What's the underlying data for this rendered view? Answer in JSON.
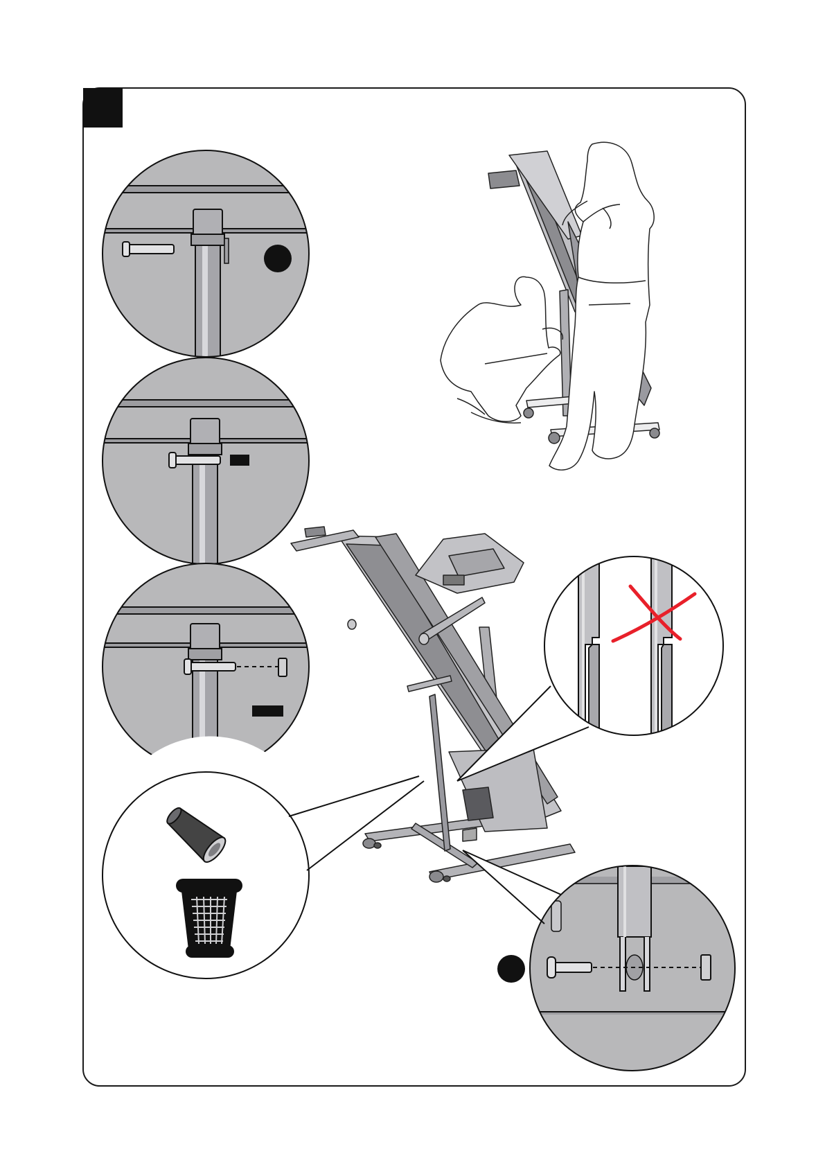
{
  "document": {
    "kind": "assembly-instruction-page",
    "step_marker": "black-square",
    "colors": {
      "frame_stroke": "#1a1a1a",
      "part_grey": "#b8b8ba",
      "dark_grey": "#8a8a8e",
      "belt_grey": "#9a9a9e",
      "wrong_mark": "#e8202a",
      "black": "#111111"
    },
    "icons": [
      "step-number-box",
      "detail-circle-pin-removed",
      "detail-circle-pin-inserted",
      "detail-circle-pin-secured",
      "detail-circle-parts",
      "detail-circle-incorrect",
      "detail-circle-bottom-bolt",
      "people-folding-treadmill",
      "folded-treadmill",
      "red-x-icon",
      "end-cap-icon",
      "foot-cap-icon"
    ]
  }
}
